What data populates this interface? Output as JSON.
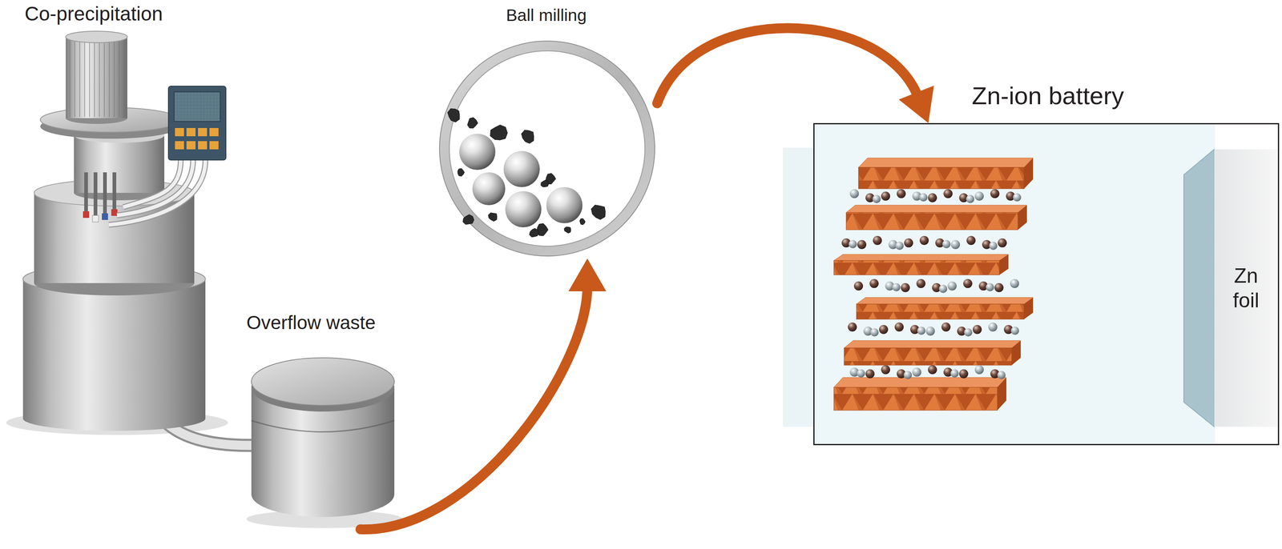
{
  "diagram": {
    "nodes": [
      {
        "text": [
          "Co-precipitation"
        ]
      },
      {
        "text": [
          "Ball milling"
        ]
      },
      {
        "text": [
          "Zn-ion battery"
        ]
      },
      {
        "text": [
          "Zn foil"
        ],
        "in": 2
      },
      {
        "text": [
          "Overflow waste"
        ]
      }
    ],
    "edges": [
      {
        "from": 4,
        "to": 1,
        "arrow": "to"
      },
      {
        "from": 1,
        "to": 2,
        "arrow": "to"
      }
    ]
  }
}
